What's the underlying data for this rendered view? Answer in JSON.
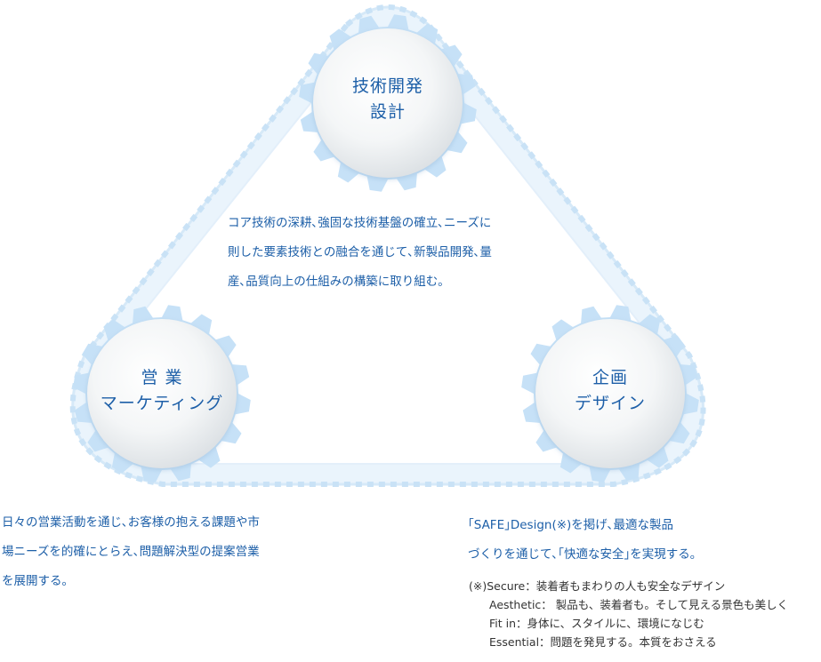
{
  "gears": {
    "top": {
      "line1": "技術開発",
      "line2": "設計"
    },
    "left": {
      "line1": "営 業",
      "line2": "マーケティング"
    },
    "right": {
      "line1": "企画",
      "line2": "デザイン"
    }
  },
  "descriptions": {
    "top": [
      "コア技術の深耕､強固な技術基盤の確立､ニーズに",
      "則した要素技術との融合を通じて､新製品開発､量",
      "産､品質向上の仕組みの構築に取り組む｡"
    ],
    "left": [
      "日々の営業活動を通じ､お客様の抱える課題や市",
      "場ニーズを的確にとらえ､問題解決型の提案営業",
      "を展開する｡"
    ],
    "right": [
      "｢SAFE｣Design(※)を掲げ､最適な製品",
      "づくりを通じて､｢快適な安全｣を実現する｡"
    ]
  },
  "notes": {
    "lines": [
      "(※)Secure：装着者もまわりの人も安全なデザイン",
      "Aesthetic： 製品も、装着者も。そして見える景色も美しく",
      "Fit in：身体に、スタイルに、環境になじむ",
      "Essential：問題を発見する。本質をおさえる"
    ]
  },
  "colors": {
    "belt": "#e6f2fc",
    "belt_teeth": "#d2e8f9",
    "gear_teeth": "#c3e0f7",
    "gear_face_light": "#ffffff",
    "gear_face_dark": "#dde1e5",
    "label_text": "#1d5fa8",
    "note_text": "#333333"
  }
}
